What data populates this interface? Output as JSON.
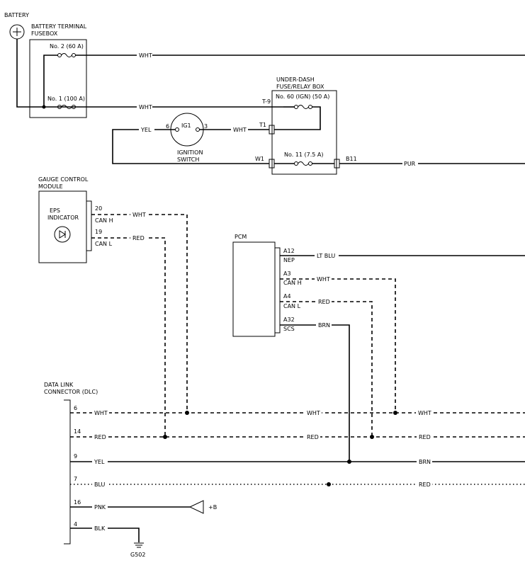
{
  "battery": {
    "label": "BATTERY"
  },
  "fusebox": {
    "title_line1": "BATTERY TERMINAL",
    "title_line2": "FUSEBOX",
    "fuse2": "No. 2 (60 A)",
    "fuse1": "No. 1 (100 A)"
  },
  "relaybox": {
    "title_line1": "UNDER-DASH",
    "title_line2": "FUSE/RELAY BOX",
    "fuse60": "No. 60 (IGN) (50 A)",
    "fuse11": "No. 11 (7.5 A)",
    "t9": "T-9",
    "t1": "T1",
    "w1": "W1",
    "b11": "B11"
  },
  "ignition": {
    "label_line1": "IGNITION",
    "label_line2": "SWITCH",
    "ig1": "IG1",
    "pin6": "6",
    "pin3": "3"
  },
  "gauge": {
    "title_line1": "GAUGE CONTROL",
    "title_line2": "MODULE",
    "eps_line1": "EPS",
    "eps_line2": "INDICATOR",
    "pin20": "20",
    "canh": "CAN H",
    "pin19": "19",
    "canl": "CAN L"
  },
  "pcm": {
    "title": "PCM",
    "a12": "A12",
    "nep": "NEP",
    "a3": "A3",
    "canh": "CAN H",
    "a4": "A4",
    "canl": "CAN L",
    "a32": "A32",
    "scs": "SCS"
  },
  "dlc": {
    "title_line1": "DATA LINK",
    "title_line2": "CONNECTOR (DLC)",
    "pins": [
      "6",
      "14",
      "9",
      "7",
      "16",
      "4"
    ]
  },
  "wires": {
    "wht": "WHT",
    "yel": "YEL",
    "pur": "PUR",
    "red": "RED",
    "lt_blu": "LT BLU",
    "brn": "BRN",
    "blu": "BLU",
    "pnk": "PNK",
    "blk": "BLK"
  },
  "power": {
    "plus_b": "+B"
  },
  "ground": {
    "label": "G502"
  }
}
